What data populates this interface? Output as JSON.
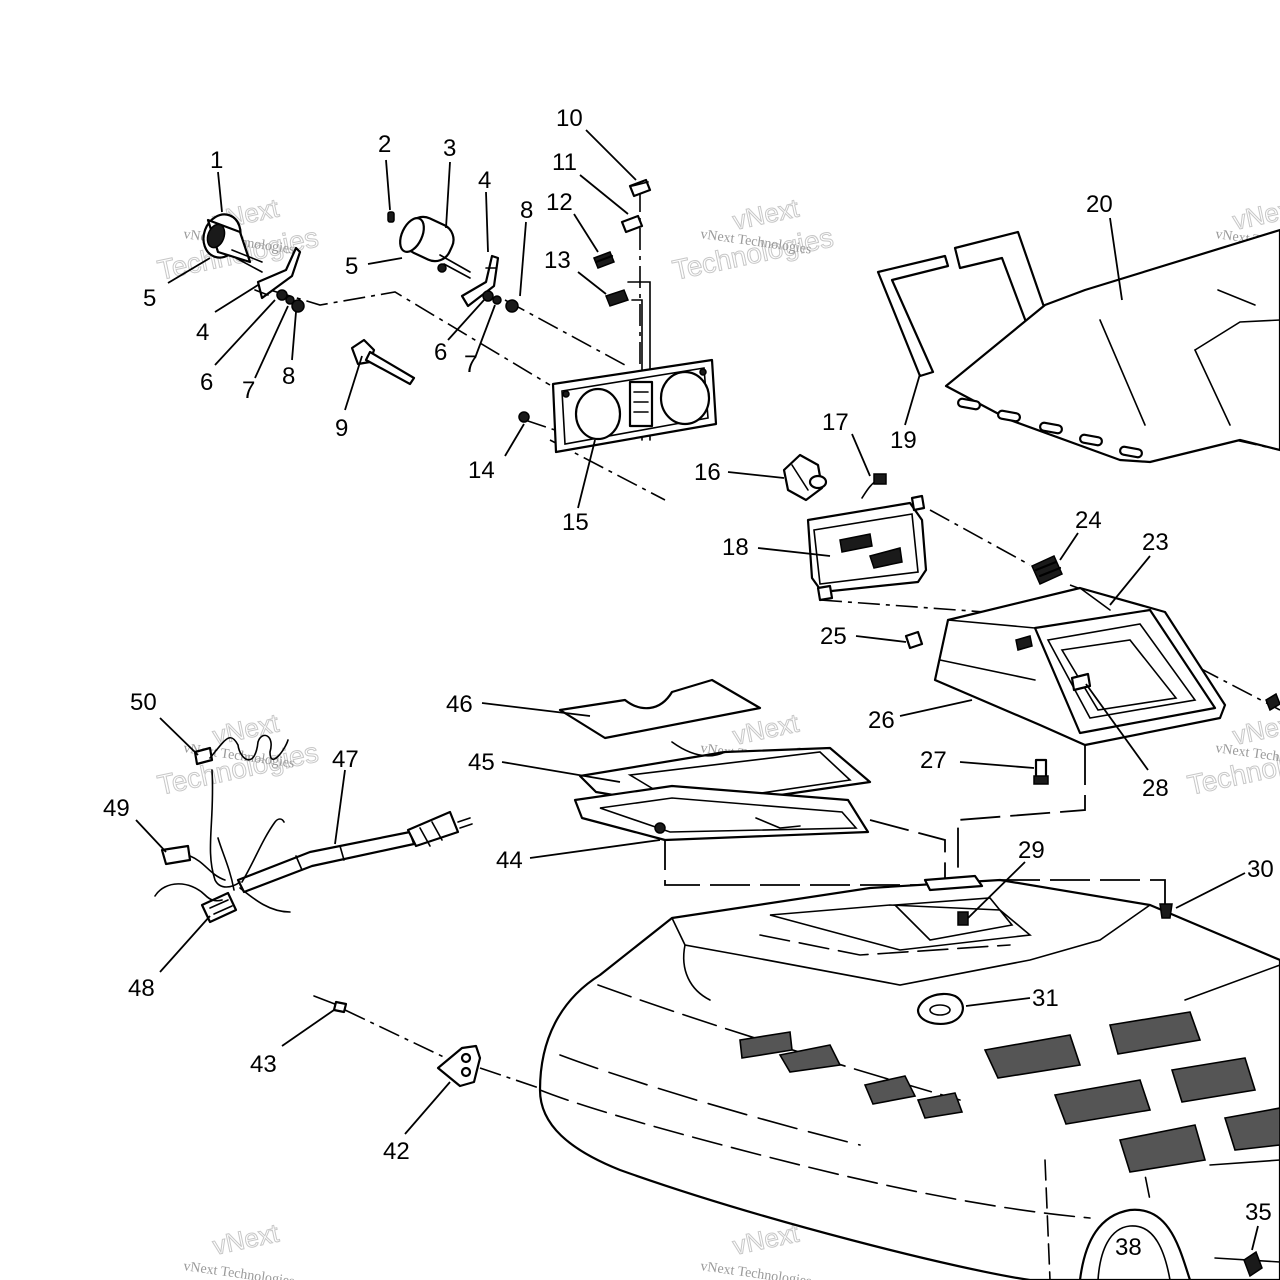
{
  "labels": {
    "1": "1",
    "2": "2",
    "3": "3",
    "4": "4",
    "5": "5",
    "6": "6",
    "7": "7",
    "8": "8",
    "9": "9",
    "10": "10",
    "11": "11",
    "12": "12",
    "13": "13",
    "14": "14",
    "15": "15",
    "16": "16",
    "17": "17",
    "18": "18",
    "19": "19",
    "20": "20",
    "23": "23",
    "24": "24",
    "25": "25",
    "26": "26",
    "27": "27",
    "28": "28",
    "29": "29",
    "30": "30",
    "31": "31",
    "35": "35",
    "38": "38",
    "42": "42",
    "43": "43",
    "44": "44",
    "45": "45",
    "46": "46",
    "47": "47",
    "48": "48",
    "49": "49",
    "50": "50"
  },
  "watermark": {
    "brand_line1": "vNext",
    "brand_line2": "Technologies",
    "small_text": "vNext Technologies"
  },
  "colors": {
    "ink": "#000000",
    "watermark": "#c8c8c8",
    "background": "#ffffff"
  }
}
